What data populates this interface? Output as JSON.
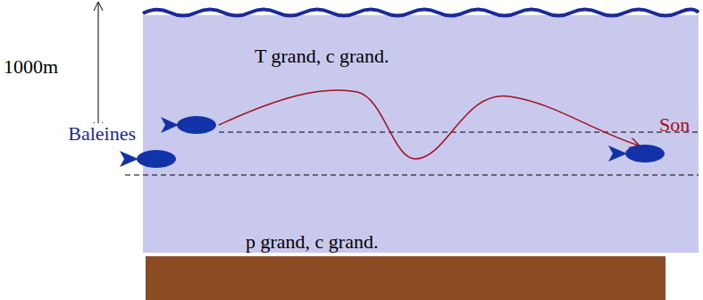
{
  "diagram": {
    "nodes": [
      {
        "text": [
          "T grand, c grand.",
          "p grand, c grand."
        ]
      }
    ],
    "labels": [
      "1000m",
      "Baleines",
      "Son"
    ]
  }
}
